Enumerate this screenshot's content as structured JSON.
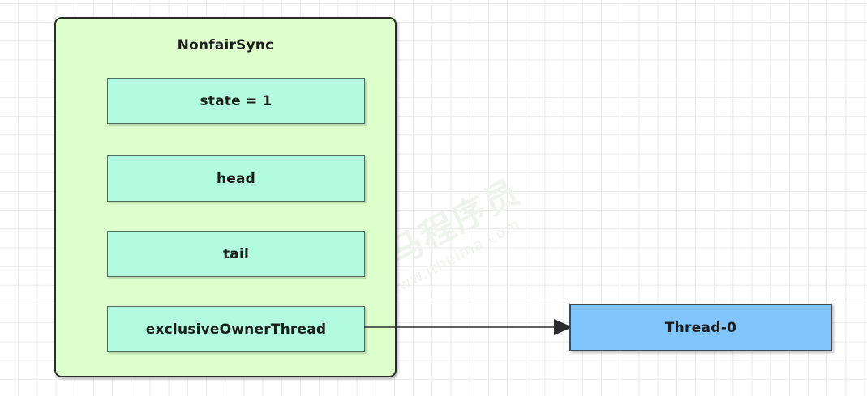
{
  "diagram": {
    "title": "NonfairSync",
    "container": {
      "label": "NonfairSync",
      "fill_color": "#dcffcc",
      "border_color": "#2b2b2b"
    },
    "fields": [
      {
        "name": "state",
        "label": "state = 1",
        "value": "1",
        "key": "state",
        "separator": "="
      },
      {
        "name": "head",
        "label": "head"
      },
      {
        "name": "tail",
        "label": "tail"
      },
      {
        "name": "exclusiveOwnerThread",
        "label": "exclusiveOwnerThread"
      }
    ],
    "field_style": {
      "fill_color": "#b3fbe0",
      "border_color": "#4e6b5e"
    },
    "thread": {
      "label": "Thread-0",
      "fill_color": "#80c5fb",
      "border_color": "#3f4a55"
    },
    "connector": {
      "from": "exclusiveOwnerThread",
      "to": "Thread-0",
      "style": "solid-arrow",
      "color": "#2b2b2b"
    }
  },
  "watermark": {
    "cn_text": "黑马程序员",
    "en_text": "www.itheima.com"
  }
}
